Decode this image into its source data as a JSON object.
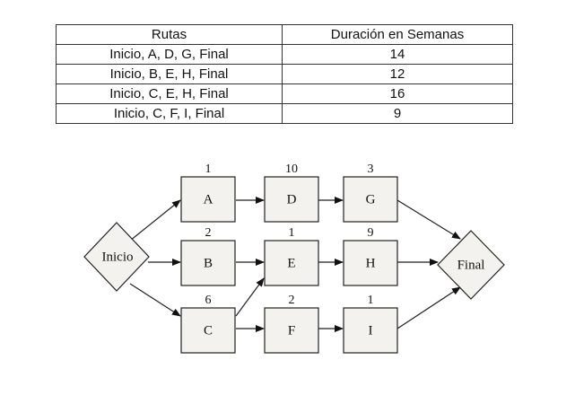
{
  "table": {
    "headers": [
      "Rutas",
      "Duración en Semanas"
    ],
    "rows": [
      {
        "route": "Inicio, A, D, G, Final",
        "weeks": "14"
      },
      {
        "route": "Inicio, B, E, H, Final",
        "weeks": "12"
      },
      {
        "route": "Inicio, C, E, H, Final",
        "weeks": "16"
      },
      {
        "route": "Inicio, C, F, I, Final",
        "weeks": "9"
      }
    ]
  },
  "network": {
    "start": "Inicio",
    "end": "Final",
    "activities": [
      {
        "id": "A",
        "label": "A",
        "duration": "1"
      },
      {
        "id": "B",
        "label": "B",
        "duration": "2"
      },
      {
        "id": "C",
        "label": "C",
        "duration": "6"
      },
      {
        "id": "D",
        "label": "D",
        "duration": "10"
      },
      {
        "id": "E",
        "label": "E",
        "duration": "1"
      },
      {
        "id": "F",
        "label": "F",
        "duration": "2"
      },
      {
        "id": "G",
        "label": "G",
        "duration": "3"
      },
      {
        "id": "H",
        "label": "H",
        "duration": "9"
      },
      {
        "id": "I",
        "label": "I",
        "duration": "1"
      }
    ],
    "edges": [
      [
        "Inicio",
        "A"
      ],
      [
        "Inicio",
        "B"
      ],
      [
        "Inicio",
        "C"
      ],
      [
        "A",
        "D"
      ],
      [
        "B",
        "E"
      ],
      [
        "C",
        "E"
      ],
      [
        "C",
        "F"
      ],
      [
        "D",
        "G"
      ],
      [
        "E",
        "H"
      ],
      [
        "F",
        "I"
      ],
      [
        "G",
        "Final"
      ],
      [
        "H",
        "Final"
      ],
      [
        "I",
        "Final"
      ]
    ]
  }
}
